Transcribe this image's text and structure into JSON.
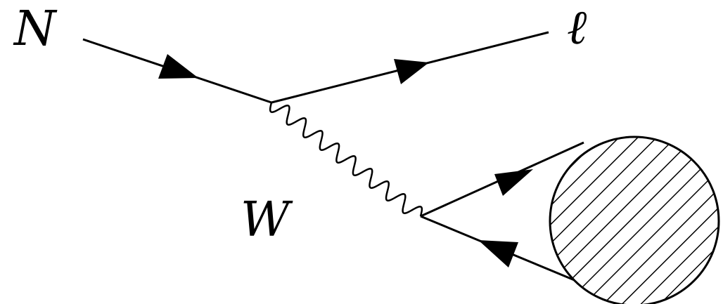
{
  "diagram": {
    "type": "feynman",
    "labels": {
      "incoming": "N",
      "outgoing_lepton": "ℓ",
      "boson": "W"
    },
    "lines": [
      {
        "id": "incoming-fermion",
        "kind": "fermion",
        "arrow": "forward"
      },
      {
        "id": "outgoing-lepton",
        "kind": "fermion",
        "arrow": "forward"
      },
      {
        "id": "w-boson",
        "kind": "wavy"
      },
      {
        "id": "upper-quark",
        "kind": "fermion",
        "arrow": "toward-blob"
      },
      {
        "id": "lower-quark",
        "kind": "fermion",
        "arrow": "away-from-blob"
      }
    ],
    "blob": {
      "fill": "hatched"
    },
    "colors": {
      "ink": "#000000",
      "background": "#ffffff"
    }
  }
}
